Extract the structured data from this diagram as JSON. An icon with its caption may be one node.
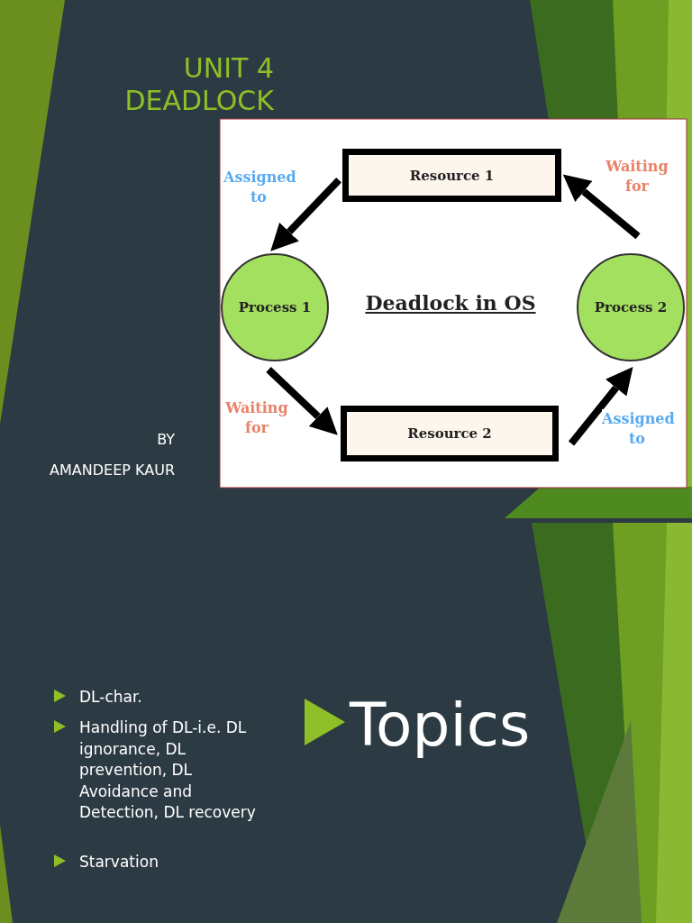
{
  "diagram": {
    "title": "UNIT 4 DEADLOCK",
    "nodes": [
      {
        "text": [
          "Resource 1"
        ]
      },
      {
        "text": [
          "Process 1"
        ]
      },
      {
        "text": [
          "Process 2"
        ]
      },
      {
        "text": [
          "Resource 2"
        ]
      }
    ],
    "edges": [
      {
        "from": 0,
        "to": 1,
        "arrow": "to",
        "label": "Assigned to"
      },
      {
        "from": 2,
        "to": 0,
        "arrow": "to",
        "label": "Waiting for"
      },
      {
        "from": 1,
        "to": 3,
        "arrow": "to",
        "label": "Waiting for"
      },
      {
        "from": 3,
        "to": 2,
        "arrow": "to",
        "label": "Assigned to"
      }
    ],
    "labels": [
      "Deadlock in OS",
      "BY",
      "AMANDEEP KAUR",
      "DL-char.",
      "Handling of DL-i.e. DL ignorance, DL prevention, DL Avoidance and Detection, DL recovery",
      "Starvation",
      "Topics"
    ]
  }
}
